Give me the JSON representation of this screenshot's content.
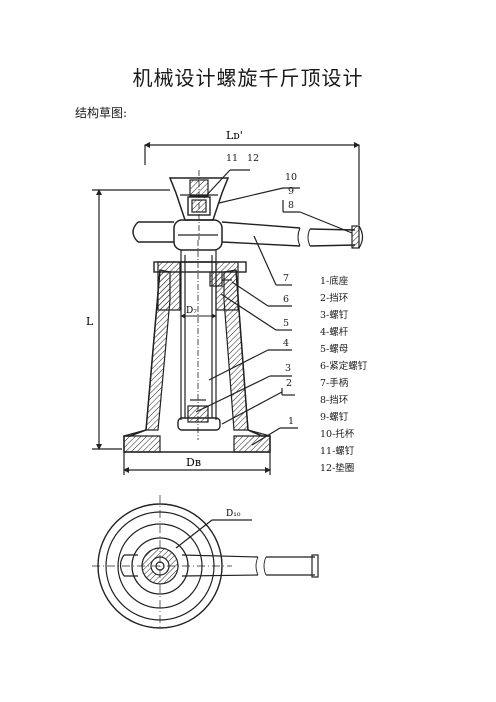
{
  "document": {
    "title": "机械设计螺旋千斤顶设计",
    "subtitle": "结构草图:"
  },
  "drawing": {
    "dim_labels": {
      "top_span": "Lᴅ'",
      "height": "L",
      "bore": "D₇",
      "base": "Dв",
      "cup": "D₁₀"
    },
    "callouts": {
      "c1": "1",
      "c2": "2",
      "c3": "3",
      "c4": "4",
      "c5": "5",
      "c6": "6",
      "c7": "7",
      "c8": "8",
      "c9": "9",
      "c10": "10",
      "c11": "11",
      "c12": "12"
    }
  },
  "legend": [
    "1-底座",
    "2-挡环",
    "3-螺钉",
    "4-螺杆",
    "5-螺母",
    "6-紧定螺钉",
    "7-手柄",
    "8-挡环",
    "9-螺钉",
    "10-托杯",
    "11-螺钉",
    "12-垫圈"
  ]
}
